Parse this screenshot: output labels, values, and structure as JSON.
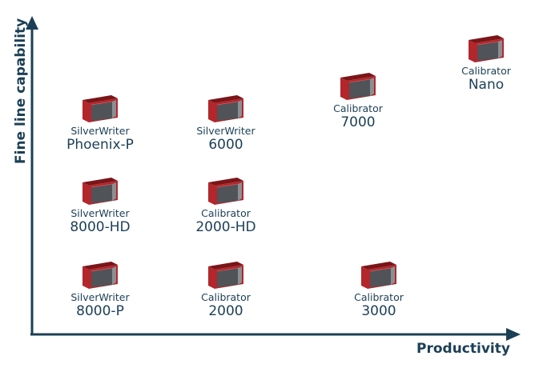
{
  "axes": {
    "x_title": "Productivity",
    "y_title": "Fine line capability",
    "color": "#1b3f55"
  },
  "colors": {
    "machine_frame": "#b3262b",
    "machine_dark": "#7a1518",
    "machine_panel": "#505358",
    "machine_panel_side": "#8b8f94"
  },
  "products": [
    {
      "brand": "SilverWriter",
      "model": "Phoenix-P",
      "icon": "printer-machine-icon"
    },
    {
      "brand": "SilverWriter",
      "model": "6000",
      "icon": "printer-machine-icon"
    },
    {
      "brand": "Calibrator",
      "model": "7000",
      "icon": "printer-machine-icon"
    },
    {
      "brand": "Calibrator",
      "model": "Nano",
      "icon": "printer-machine-icon"
    },
    {
      "brand": "SilverWriter",
      "model": "8000-HD",
      "icon": "printer-machine-icon"
    },
    {
      "brand": "Calibrator",
      "model": "2000-HD",
      "icon": "printer-machine-icon"
    },
    {
      "brand": "SilverWriter",
      "model": "8000-P",
      "icon": "printer-machine-icon"
    },
    {
      "brand": "Calibrator",
      "model": "2000",
      "icon": "printer-machine-icon"
    },
    {
      "brand": "Calibrator",
      "model": "3000",
      "icon": "printer-machine-icon"
    }
  ]
}
